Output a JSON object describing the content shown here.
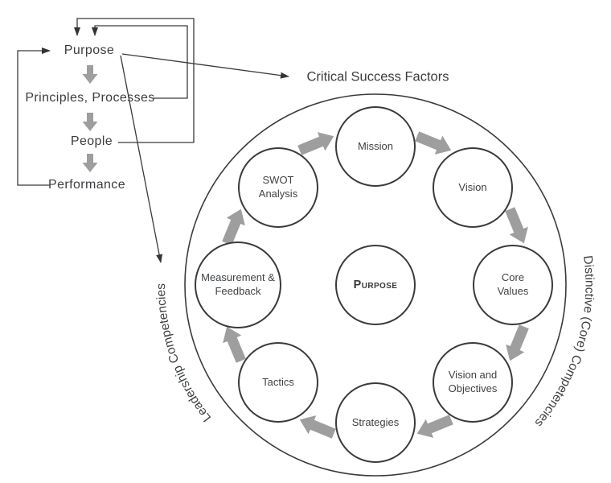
{
  "diagram": {
    "flowchart": {
      "items": [
        {
          "label": "Purpose"
        },
        {
          "label": "Principles, Processes"
        },
        {
          "label": "People"
        },
        {
          "label": "Performance"
        }
      ]
    },
    "cycle": {
      "title": "Critical Success Factors",
      "center_label": "Purpose",
      "steps": [
        "Mission",
        "Vision",
        "Core Values",
        "Vision and Objectives",
        "Strategies",
        "Tactics",
        "Measurement & Feedback",
        "SWOT Analysis"
      ],
      "left_curved_label": "Leadership Competencies",
      "right_curved_label": "Distinctive (Core) Competencies"
    },
    "colors": {
      "block_arrow_gray": "#9e9e9e",
      "line_dark": "#3a3a3a",
      "text_dark": "#3d4043",
      "background": "#ffffff"
    }
  }
}
